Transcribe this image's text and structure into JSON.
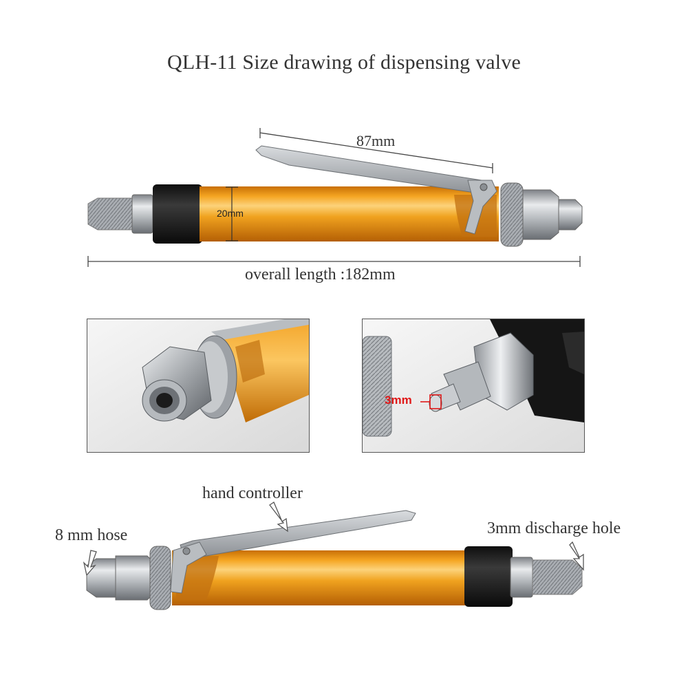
{
  "title": "QLH-11 Size drawing of dispensing valve",
  "dimensions": {
    "lever_length": "87mm",
    "body_diameter": "20mm",
    "overall_length": "overall length :182mm",
    "discharge_hole_detail": "3mm"
  },
  "callouts": {
    "hand_controller": "hand controller",
    "hose": "8 mm hose",
    "discharge_hole": "3mm discharge hole"
  },
  "colors": {
    "body_orange": "#e8960f",
    "body_highlight": "#fbc45a",
    "sleeve_black": "#1c1c1c",
    "steel": "#b9bcc0",
    "red_marker": "#e01818"
  }
}
